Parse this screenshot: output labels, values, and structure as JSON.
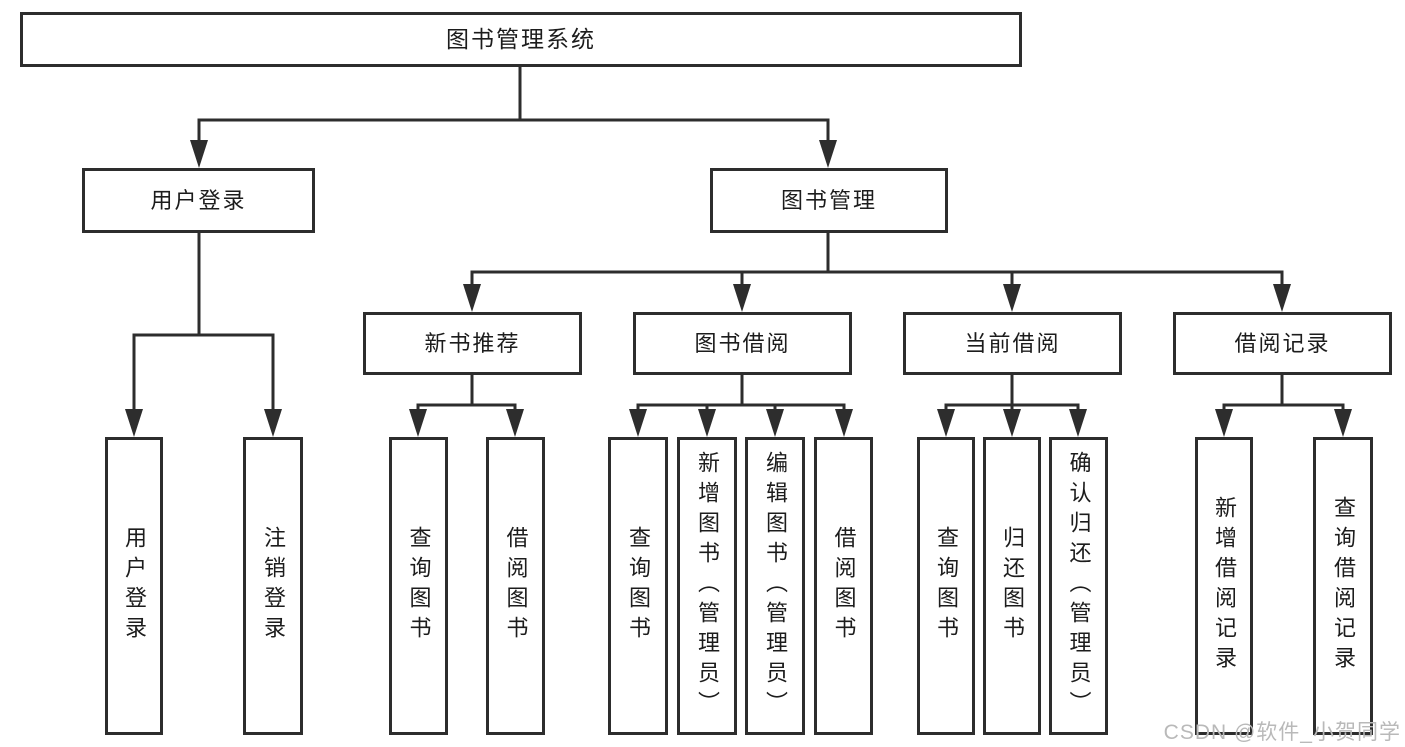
{
  "diagram": {
    "root": {
      "label": "图书管理系统",
      "children": [
        {
          "label": "用户登录",
          "children": [
            {
              "label": "用户登录"
            },
            {
              "label": "注销登录"
            }
          ]
        },
        {
          "label": "图书管理",
          "children": [
            {
              "label": "新书推荐",
              "children": [
                {
                  "label": "查询图书"
                },
                {
                  "label": "借阅图书"
                }
              ]
            },
            {
              "label": "图书借阅",
              "children": [
                {
                  "label": "查询图书"
                },
                {
                  "label": "新增图书（管理员）"
                },
                {
                  "label": "编辑图书（管理员）"
                },
                {
                  "label": "借阅图书"
                }
              ]
            },
            {
              "label": "当前借阅",
              "children": [
                {
                  "label": "查询图书"
                },
                {
                  "label": "归还图书"
                },
                {
                  "label": "确认归还（管理员）"
                }
              ]
            },
            {
              "label": "借阅记录",
              "children": [
                {
                  "label": "新增借阅记录"
                },
                {
                  "label": "查询借阅记录"
                }
              ]
            }
          ]
        }
      ]
    },
    "line_color": "#2d2d2d",
    "background_color": "#ffffff"
  },
  "watermark": {
    "text": "CSDN @软件_小贺同学"
  }
}
